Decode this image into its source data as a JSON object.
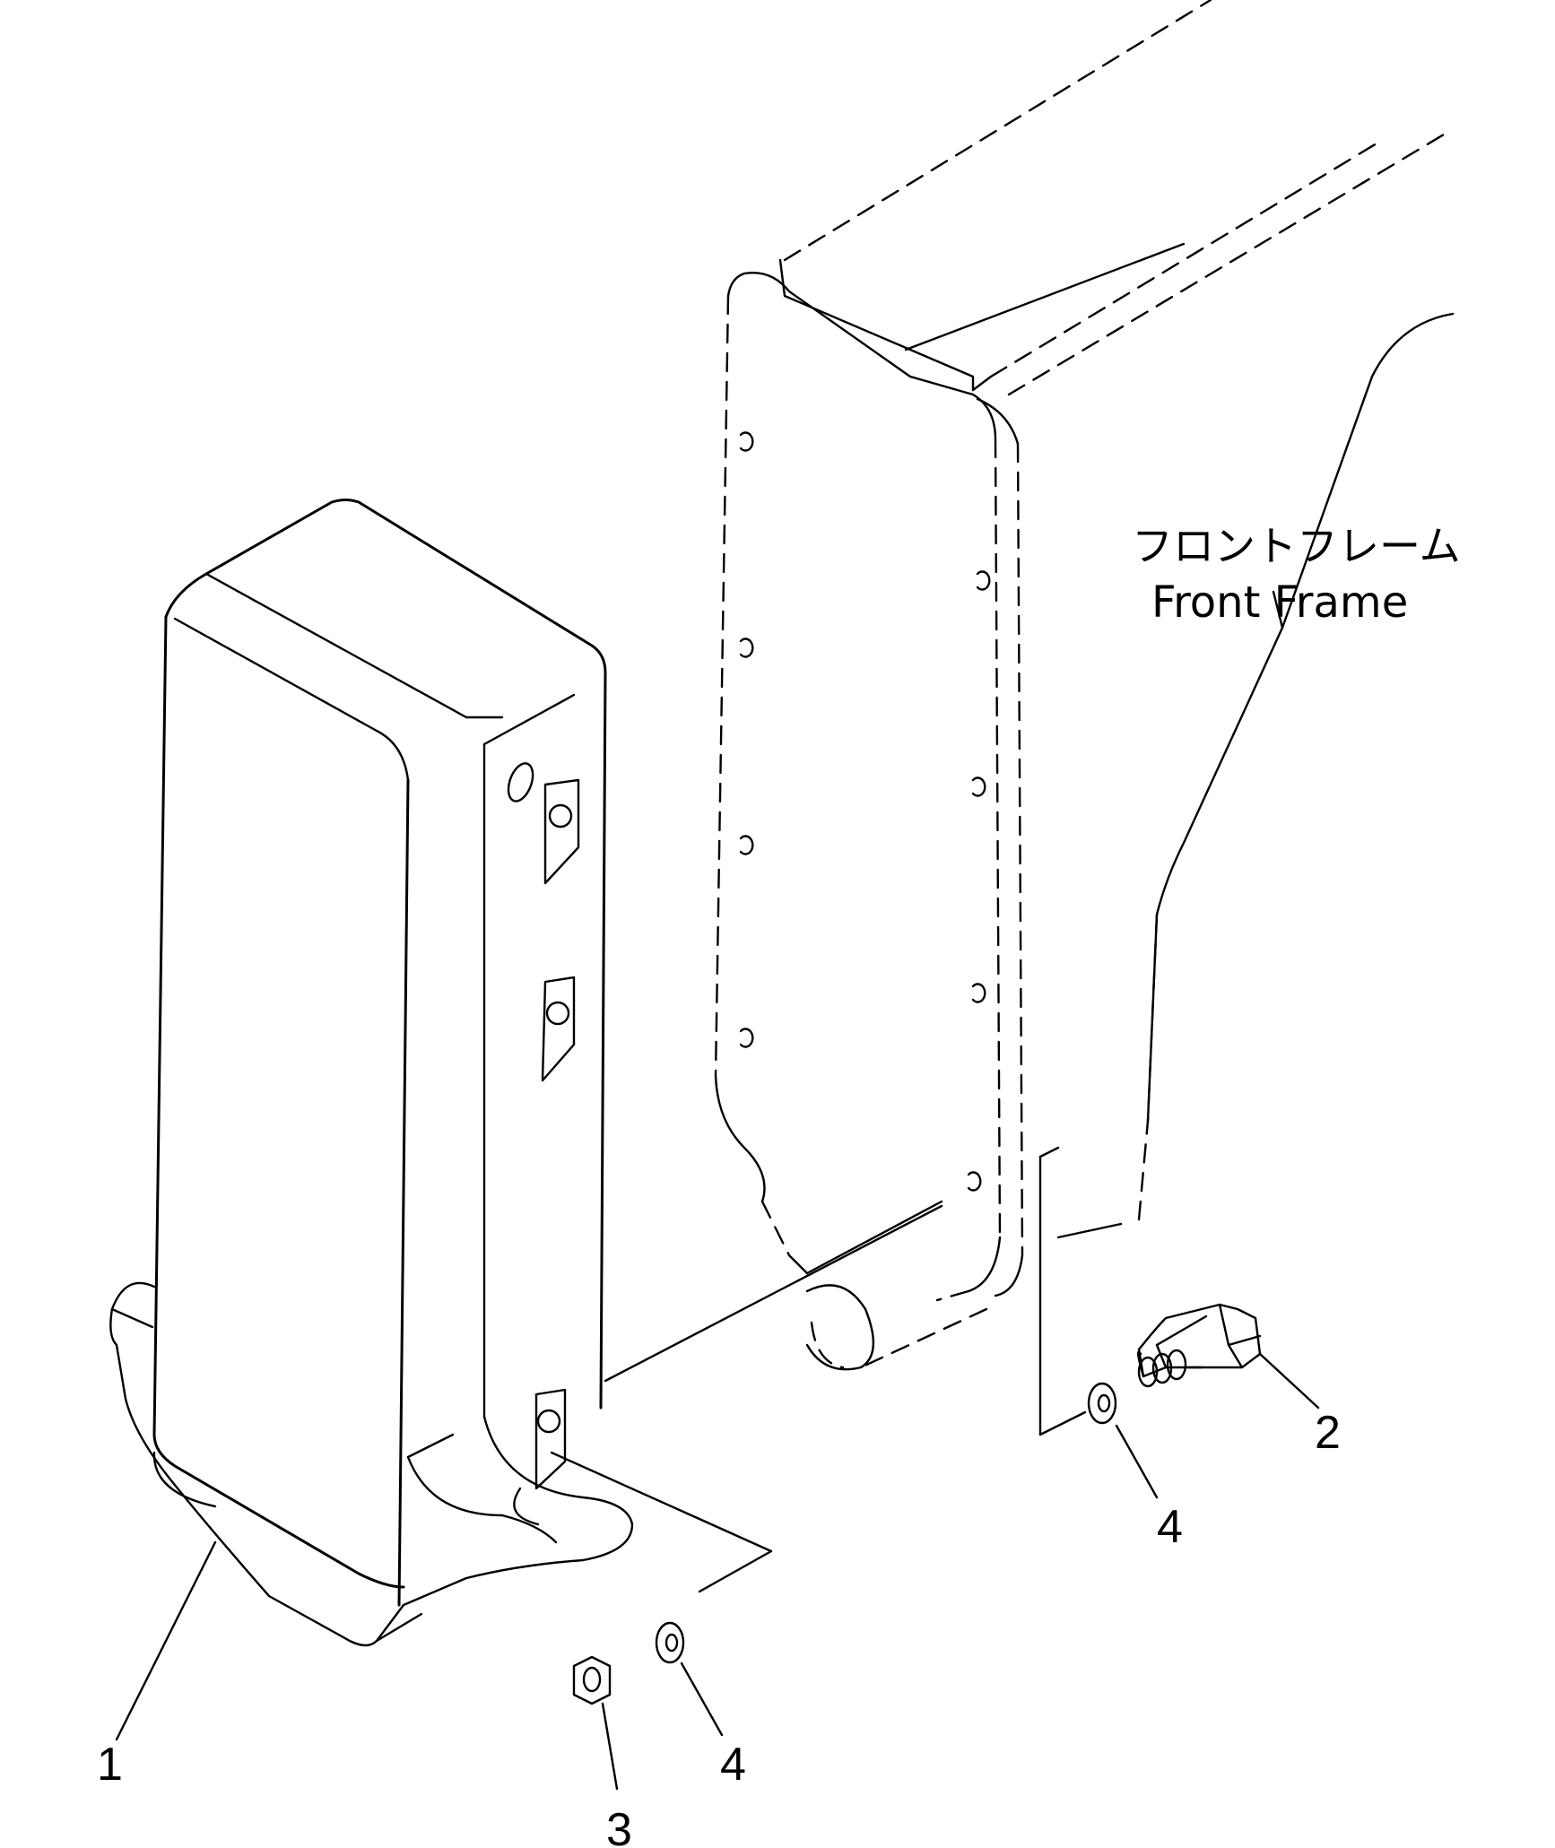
{
  "labels": {
    "front_frame_jp": "フロントフレーム",
    "front_frame_en": "Front Frame"
  },
  "callouts": [
    {
      "id": "part-1",
      "text": "1"
    },
    {
      "id": "part-2",
      "text": "2"
    },
    {
      "id": "part-3",
      "text": "3"
    },
    {
      "id": "part-4a",
      "text": "4"
    },
    {
      "id": "part-4b",
      "text": "4"
    }
  ]
}
